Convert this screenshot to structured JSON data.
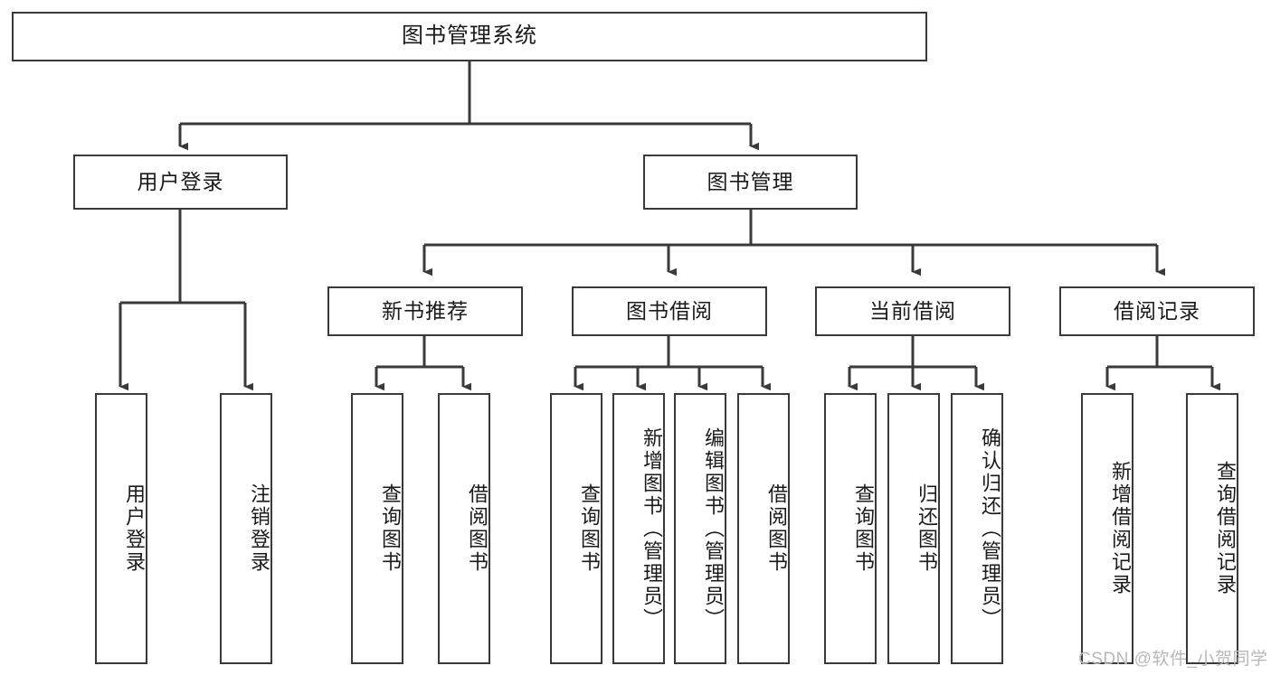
{
  "diagram": {
    "title": "图书管理系统",
    "type": "功能结构图",
    "line_color": "#3a3a3a",
    "box_fill": "#ffffff",
    "text_color": "#1a1a1a",
    "watermark": "CSDN @软件_小贺同学"
  },
  "nodes": {
    "root": {
      "label": "图书管理系统"
    },
    "level2": [
      {
        "label": "用户登录"
      },
      {
        "label": "图书管理"
      }
    ],
    "level3": [
      {
        "label": "新书推荐"
      },
      {
        "label": "图书借阅"
      },
      {
        "label": "当前借阅"
      },
      {
        "label": "借阅记录"
      }
    ],
    "leaves": {
      "user_login": [
        {
          "label": "用户登录"
        },
        {
          "label": "注销登录"
        }
      ],
      "new_book_recommend": [
        {
          "label": "查询图书"
        },
        {
          "label": "借阅图书"
        }
      ],
      "book_borrow": [
        {
          "label": "查询图书"
        },
        {
          "label": "新增图书（管理员）"
        },
        {
          "label": "编辑图书（管理员）"
        },
        {
          "label": "借阅图书"
        }
      ],
      "current_borrow": [
        {
          "label": "查询图书"
        },
        {
          "label": "归还图书"
        },
        {
          "label": "确认归还（管理员）"
        }
      ],
      "borrow_record": [
        {
          "label": "新增借阅记录"
        },
        {
          "label": "查询借阅记录"
        }
      ]
    }
  }
}
